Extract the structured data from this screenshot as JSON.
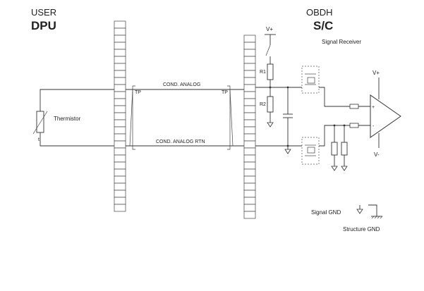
{
  "left_block": {
    "title_line1": "USER",
    "title_line2": "DPU"
  },
  "right_block": {
    "title_line1": "OBDH",
    "title_line2": "S/C",
    "subtitle": "Signal Receiver"
  },
  "thermistor_label": "Thermistor",
  "thermistor_t": "t",
  "cables": {
    "top_label": "COND. ANALOG",
    "bottom_label": "COND. ANALOG  RTN",
    "tp_left": "TP",
    "tp_right": "TP"
  },
  "components": {
    "r1": "R1",
    "r2": "R2",
    "vplus_top": "V+",
    "vplus_amp": "V+",
    "vminus_amp": "V-",
    "amp_plus": "+",
    "amp_minus": "-"
  },
  "legend": {
    "signal_gnd": "Signal GND",
    "structure_gnd": "Structure GND"
  }
}
